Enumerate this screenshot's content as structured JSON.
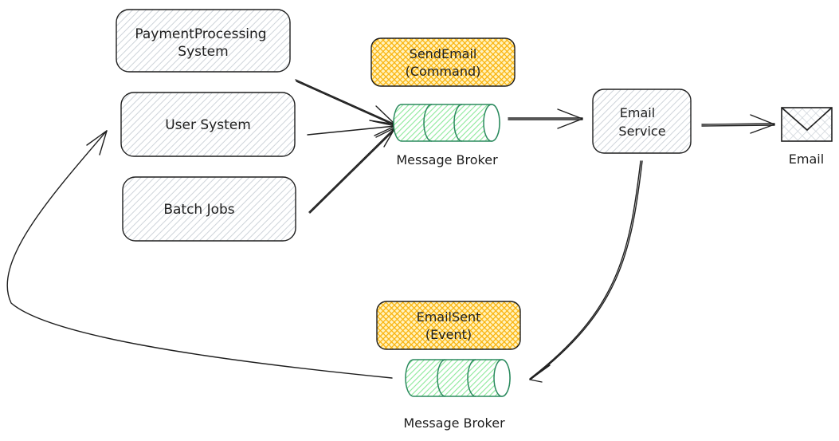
{
  "colors": {
    "stroke": "#1e1e1e",
    "box_fill": "#e9ecef",
    "event_fill": "#ffc034",
    "event_stroke": "#1e1e1e",
    "queue_fill": "#b2f2bb",
    "queue_stroke": "#2b8a5e",
    "envelope_fill": "#ced4da"
  },
  "nodes": {
    "payment": {
      "line1": "PaymentProcessing",
      "line2": "System"
    },
    "user": {
      "label": "User System"
    },
    "batch": {
      "label": "Batch Jobs"
    },
    "send_email": {
      "line1": "SendEmail",
      "line2": "(Command)"
    },
    "broker_top": {
      "label": "Message Broker"
    },
    "email_service": {
      "line1": "Email",
      "line2": "Service"
    },
    "email": {
      "label": "Email"
    },
    "email_sent": {
      "line1": "EmailSent",
      "line2": "(Event)"
    },
    "broker_bottom": {
      "label": "Message Broker"
    }
  },
  "edges": [
    {
      "from": "PaymentProcessing System",
      "to": "Message Broker (top)"
    },
    {
      "from": "User System",
      "to": "Message Broker (top)"
    },
    {
      "from": "Batch Jobs",
      "to": "Message Broker (top)"
    },
    {
      "from": "Message Broker (top)",
      "to": "Email Service"
    },
    {
      "from": "Email Service",
      "to": "Email"
    },
    {
      "from": "Email Service",
      "to": "Message Broker (bottom)"
    },
    {
      "from": "Message Broker (bottom)",
      "to": "User System"
    }
  ]
}
